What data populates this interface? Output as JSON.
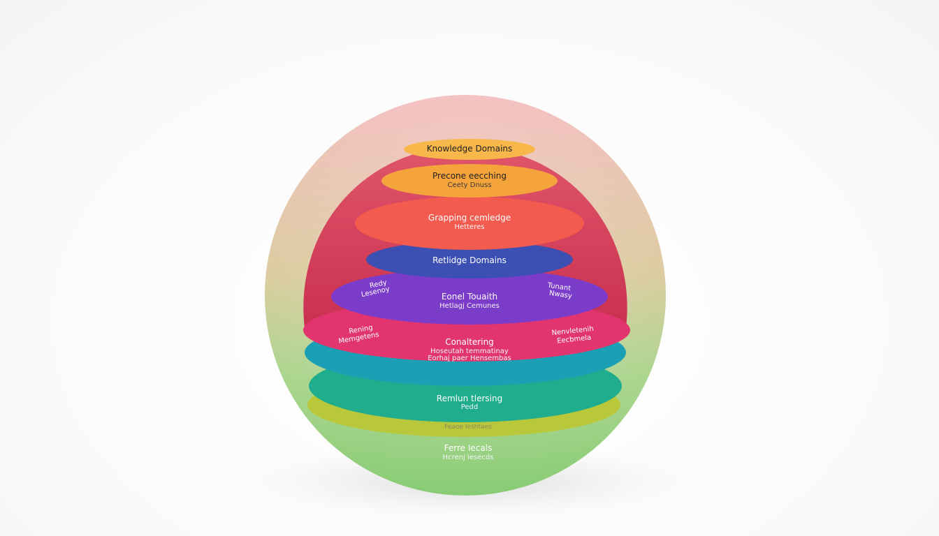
{
  "colors": {
    "outer_sphere_top": "#f3b9b9",
    "outer_sphere_bottom": "#86cb72",
    "inner_core": "#d9435a",
    "layer_orange_light": "#f7b74a",
    "layer_orange": "#f5a43c",
    "layer_coral": "#f35b4e",
    "layer_blue": "#3c4fb3",
    "layer_purple": "#7a3cc9",
    "layer_magenta": "#e2356f",
    "layer_cyan": "#1a9fb5",
    "layer_teal": "#1fad8e",
    "layer_yellow_green": "#b9c83a"
  },
  "layers": [
    {
      "id": "knowledge-domains",
      "title": "Knowledge Domains",
      "subtitle": ""
    },
    {
      "id": "precone",
      "title": "Precone eecching",
      "subtitle": "Ceety Dnuss"
    },
    {
      "id": "grapping",
      "title": "Grapping cemledge",
      "subtitle": "Hetteres"
    },
    {
      "id": "retlidge",
      "title": "Retlidge Domains",
      "subtitle": ""
    },
    {
      "id": "eonel",
      "title": "Eonel Touaith",
      "subtitle": "Hetlagj Cemunes",
      "left_label": [
        "Redy",
        "Lesenoy"
      ],
      "right_label": [
        "Tunant",
        "Nwasy"
      ]
    },
    {
      "id": "conaltering",
      "title": "Conaltering",
      "subtitle_lines": [
        "Hoseutah temmatinay",
        "Eorhaj paer Hensembas"
      ],
      "left_label": [
        "Rening",
        "Memgetens"
      ],
      "right_label": [
        "Nenvletenih",
        "Eecbmela"
      ]
    },
    {
      "id": "remlun",
      "title": "Remlun tlersing",
      "subtitle": "Pedd"
    },
    {
      "id": "feaoe",
      "title": "Feaoe Ieshtaes",
      "subtitle": ""
    },
    {
      "id": "ferre",
      "title": "Ferre Iecals",
      "subtitle": "Hcrenj Iesecds"
    }
  ]
}
